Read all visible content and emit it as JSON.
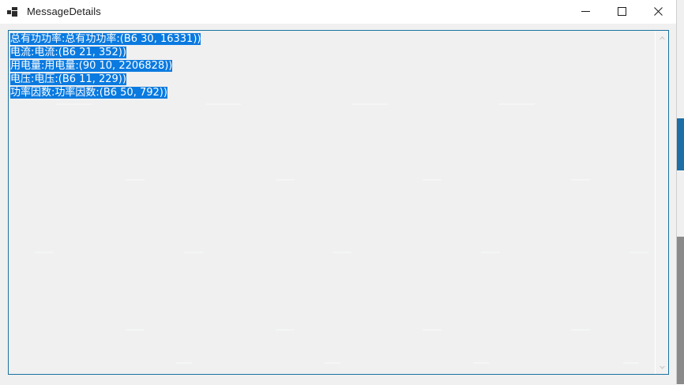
{
  "window": {
    "title": "MessageDetails",
    "icon": "app-squares-icon",
    "border_color": "#1a72a0",
    "titlebar_bg": "#ffffff",
    "client_bg": "#f0f0f0"
  },
  "caption_buttons": [
    {
      "name": "minimize-button",
      "glyph": "minimize-icon",
      "label": "Minimize"
    },
    {
      "name": "maximize-button",
      "glyph": "maximize-icon",
      "label": "Maximize"
    },
    {
      "name": "close-button",
      "glyph": "close-icon",
      "label": "Close"
    }
  ],
  "textbox": {
    "name": "message-details-textbox",
    "selection_color": "#0a7ae0",
    "selection_text_color": "#ffffff",
    "text_color": "#000000",
    "lines": [
      {
        "text": "总有功功率:总有功功率:(B6 30, 16331))",
        "selected": true
      },
      {
        "text": "电流:电流:(B6 21, 352))",
        "selected": true
      },
      {
        "text": "用电量:用电量:(90 10, 2206828))",
        "selected": true
      },
      {
        "text": "电压:电压:(B6 11, 229))",
        "selected": true
      },
      {
        "text": "功率因数:功率因数:(B6 50, 792))",
        "selected": true
      }
    ],
    "full_text": "总有功功率:总有功功率:(B6 30, 16331))\n电流:电流:(B6 21, 352))\n用电量:用电量:(90 10, 2206828))\n电压:电压:(B6 11, 229))\n功率因数:功率因数:(B6 50, 792))"
  },
  "scrollbar": {
    "name": "textbox-vertical-scrollbar",
    "up_arrow": "chevron-up-icon",
    "down_arrow": "chevron-down-icon",
    "track_color": "#f2f2f2",
    "arrow_color": "#c8c8c8"
  },
  "background_window": {
    "scroll_thumb_color": "#1d6fa5",
    "scroll_track_color": "#f0f0f0"
  }
}
